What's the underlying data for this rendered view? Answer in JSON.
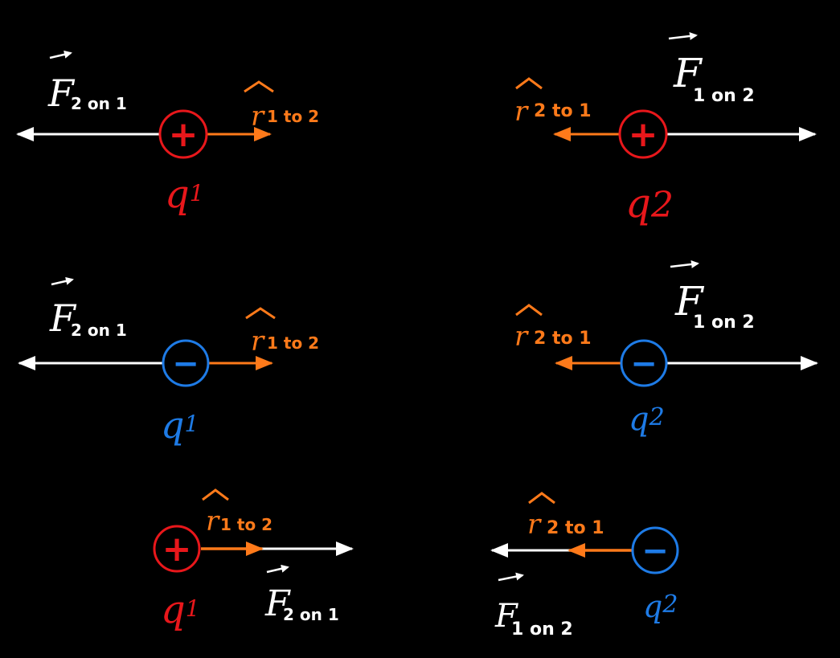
{
  "colors": {
    "background": "#000000",
    "force": "#ffffff",
    "unit_vector": "#ff7a1a",
    "positive_charge": "#e8171b",
    "negative_charge": "#1e7be6"
  },
  "scenes": [
    {
      "name": "repulsion-positive",
      "charge1": {
        "sign": "+",
        "label_main": "q",
        "label_sub": "1"
      },
      "charge2": {
        "sign": "+",
        "label_main": "q",
        "label_sub": "2"
      },
      "force_on_1": {
        "main": "F",
        "sub": "2 on 1"
      },
      "force_on_2": {
        "main": "F",
        "sub": "1 on 2"
      },
      "unit_1to2": {
        "main": "r",
        "sub": "1 to 2"
      },
      "unit_2to1": {
        "main": "r",
        "sub": "2 to 1"
      }
    },
    {
      "name": "repulsion-negative",
      "charge1": {
        "sign": "−",
        "label_main": "q",
        "label_sub": "1"
      },
      "charge2": {
        "sign": "−",
        "label_main": "q",
        "label_sub": "2"
      },
      "force_on_1": {
        "main": "F",
        "sub": "2 on 1"
      },
      "force_on_2": {
        "main": "F",
        "sub": "1 on 2"
      },
      "unit_1to2": {
        "main": "r",
        "sub": "1 to 2"
      },
      "unit_2to1": {
        "main": "r",
        "sub": "2 to 1"
      }
    },
    {
      "name": "attraction",
      "charge1": {
        "sign": "+",
        "label_main": "q",
        "label_sub": "1"
      },
      "charge2": {
        "sign": "−",
        "label_main": "q",
        "label_sub": "2"
      },
      "force_on_1": {
        "main": "F",
        "sub": "2 on 1"
      },
      "force_on_2": {
        "main": "F",
        "sub": "1 on 2"
      },
      "unit_1to2": {
        "main": "r",
        "sub": "1 to 2"
      },
      "unit_2to1": {
        "main": "r",
        "sub": "2 to 1"
      }
    }
  ]
}
